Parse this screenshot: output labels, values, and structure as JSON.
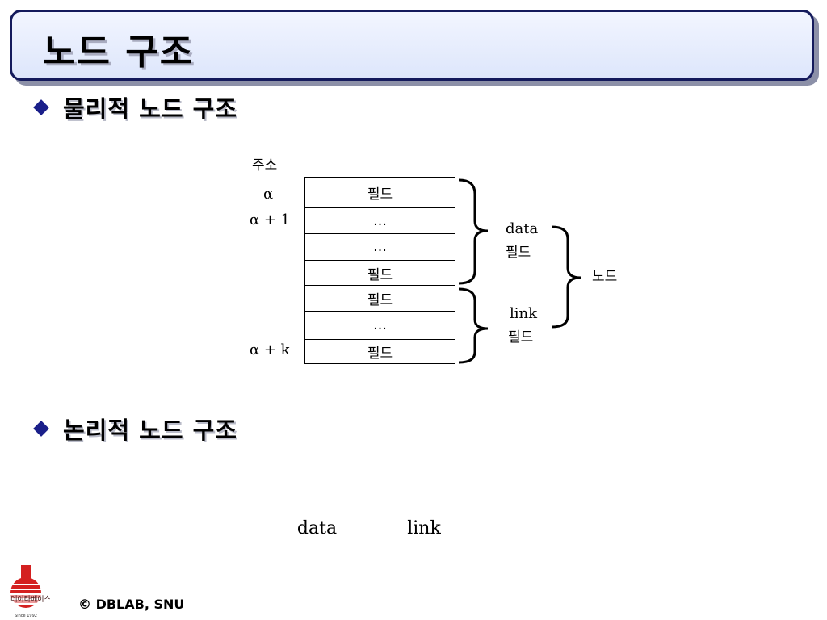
{
  "slide": {
    "title": "노드 구조",
    "bullets": [
      "물리적 노드 구조",
      "논리적 노드 구조"
    ]
  },
  "physical": {
    "address_header": "주소",
    "addresses": [
      "α",
      "α + 1",
      "α + k"
    ],
    "cells": [
      "필드",
      "…",
      "…",
      "필드",
      "필드",
      "…",
      "필드"
    ],
    "brace_labels": {
      "data": [
        "data",
        "필드"
      ],
      "link": [
        "link",
        "필드"
      ],
      "node": "노드"
    }
  },
  "logical": {
    "cells": [
      "data",
      "link"
    ]
  },
  "logo": {
    "text": "데이타베이스",
    "since": "Since 1992"
  },
  "footer": "© DBLAB, SNU",
  "colors": {
    "title_border": "#141a5c",
    "title_fill": "#dde6fb",
    "bullet": "#1a1f8a",
    "logo": "#d42020"
  }
}
